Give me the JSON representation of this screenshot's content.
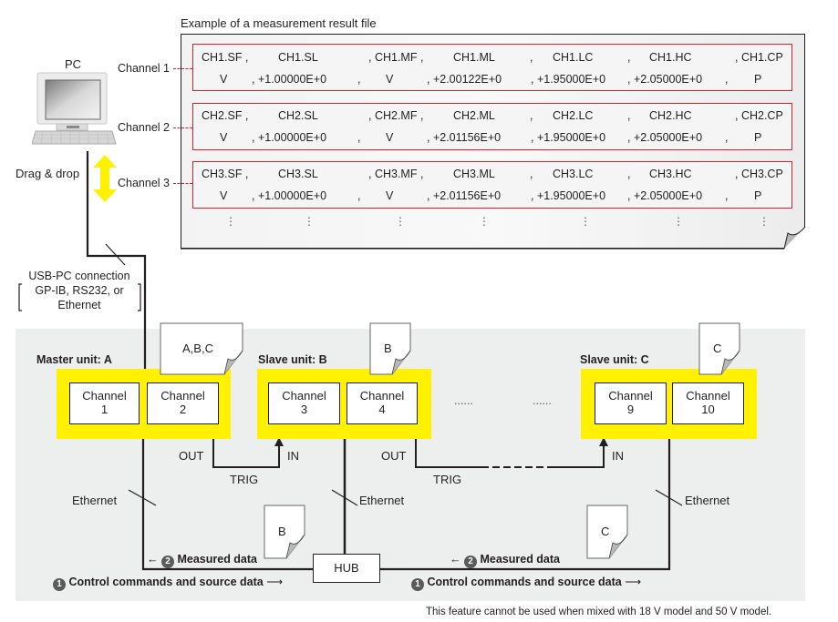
{
  "file_example": {
    "title": "Example of a measurement result file",
    "records": [
      {
        "channel_label": "Channel 1",
        "header": [
          "CH1.SF ,",
          "CH1.SL",
          ", CH1.MF ,",
          "CH1.ML",
          ",",
          "CH1.LC",
          ",",
          "CH1.HC",
          ", CH1.CP"
        ],
        "values": [
          "V",
          ", +1.00000E+0",
          ",",
          "V",
          ", +2.00122E+0",
          ", +1.95000E+0",
          ", +2.05000E+0",
          ",",
          "P"
        ]
      },
      {
        "channel_label": "Channel 2",
        "header": [
          "CH2.SF ,",
          "CH2.SL",
          ", CH2.MF ,",
          "CH2.ML",
          ",",
          "CH2.LC",
          ",",
          "CH2.HC",
          ", CH2.CP"
        ],
        "values": [
          "V",
          ", +1.00000E+0",
          ",",
          "V",
          ", +2.01156E+0",
          ", +1.95000E+0",
          ", +2.05000E+0",
          ",",
          "P"
        ]
      },
      {
        "channel_label": "Channel 3",
        "header": [
          "CH3.SF ,",
          "CH3.SL",
          ", CH3.MF ,",
          "CH3.ML",
          ",",
          "CH3.LC",
          ",",
          "CH3.HC",
          ", CH3.CP"
        ],
        "values": [
          "V",
          ", +1.00000E+0",
          ",",
          "V",
          ", +2.01156E+0",
          ", +1.95000E+0",
          ", +2.05000E+0",
          ",",
          "P"
        ]
      }
    ],
    "continuation": "⋮"
  },
  "pc": {
    "label": "PC",
    "drag_drop": "Drag & drop",
    "connection_line1": "USB-PC connection",
    "connection_line2": "GP-IB, RS232, or",
    "connection_line3": "Ethernet"
  },
  "units": [
    {
      "title": "Master unit: A",
      "file_note": "A,B,C",
      "channels": [
        {
          "line1": "Channel",
          "line2": "1"
        },
        {
          "line1": "Channel",
          "line2": "2"
        }
      ]
    },
    {
      "title": "Slave unit: B",
      "file_note": "B",
      "channels": [
        {
          "line1": "Channel",
          "line2": "3"
        },
        {
          "line1": "Channel",
          "line2": "4"
        }
      ]
    },
    {
      "title": "Slave unit: C",
      "file_note": "C",
      "channels": [
        {
          "line1": "Channel",
          "line2": "9"
        },
        {
          "line1": "Channel",
          "line2": "10"
        }
      ]
    }
  ],
  "ellipsis": "......",
  "trigger": {
    "out": "OUT",
    "in": "IN",
    "trig": "TRIG"
  },
  "network": {
    "ethernet": "Ethernet",
    "hub": "HUB",
    "measured_data_num": "2",
    "measured_data": "Measured data",
    "control_num": "1",
    "control": "Control commands and source data",
    "arrow_left": "←",
    "arrow_right": "⟶",
    "note_b": "B",
    "note_c": "C"
  },
  "footnote": "This feature cannot be used when mixed with 18 V model and 50 V model.",
  "colors": {
    "unit_fill": "#fff100",
    "record_border": "#d2232a",
    "background_area": "#edeeee"
  }
}
